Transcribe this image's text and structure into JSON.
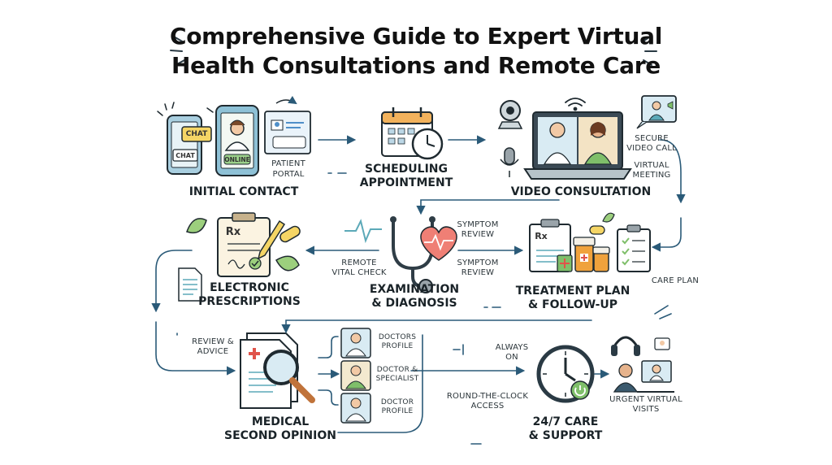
{
  "title": {
    "line1": "Comprehensive Guide to Expert Virtual",
    "line2": "Health Consultations and Remote Care"
  },
  "nodes": {
    "initial_contact": "INITIAL CONTACT",
    "scheduling_1": "SCHEDULING",
    "scheduling_2": "APPOINTMENT",
    "video_consultation": "VIDEO CONSULTATION",
    "electronic_1": "ELECTRONIC",
    "electronic_2": "PRESCRIPTIONS",
    "exam_1": "EXAMINATION",
    "exam_2": "& DIAGNOSIS",
    "treatment_1": "TREATMENT PLAN",
    "treatment_2": "& FOLLOW-UP",
    "second_1": "MEDICAL",
    "second_2": "SECOND OPINION",
    "care_1": "24/7 CARE",
    "care_2": "& SUPPORT"
  },
  "labels": {
    "chat_big": "CHAT",
    "chat_small": "CHAT",
    "online": "ONLINE",
    "patient_portal_1": "PATIENT",
    "patient_portal_2": "PORTAL",
    "secure_1": "SECURE",
    "secure_2": "VIDEO CALL",
    "virtual_1": "VIRTUAL",
    "virtual_2": "MEETING",
    "rx": "Rx",
    "rx2": "Rx",
    "symptom_a1": "SYMPTOM",
    "symptom_a2": "REVIEW",
    "symptom_b1": "SYMPTOM",
    "symptom_b2": "REVIEW",
    "remote_1": "REMOTE",
    "remote_2": "VITAL CHECK",
    "care_plan": "CARE PLAN",
    "review_1": "REVIEW &",
    "review_2": "ADVICE",
    "doctors_profile_1": "DOCTORS",
    "doctors_profile_2": "PROFILE",
    "doc_spec_1": "DOCTOR &",
    "doc_spec_2": "SPECIALIST",
    "doctor_profile_1": "DOCTOR",
    "doctor_profile_2": "PROFILE",
    "always_1": "ALWAYS",
    "always_2": "ON",
    "round_1": "ROUND-THE-CLOCK",
    "round_2": "ACCESS",
    "urgent_1": "URGENT VIRTUAL",
    "urgent_2": "VISITS"
  },
  "colors": {
    "ink": "#1f2a30",
    "teal": "#5ca9b8",
    "blue": "#4f8fc9",
    "green": "#7fbf6a",
    "orange": "#f0a23c",
    "red": "#e0534a",
    "yellow": "#f5d565",
    "paper": "#fbf3e1"
  }
}
